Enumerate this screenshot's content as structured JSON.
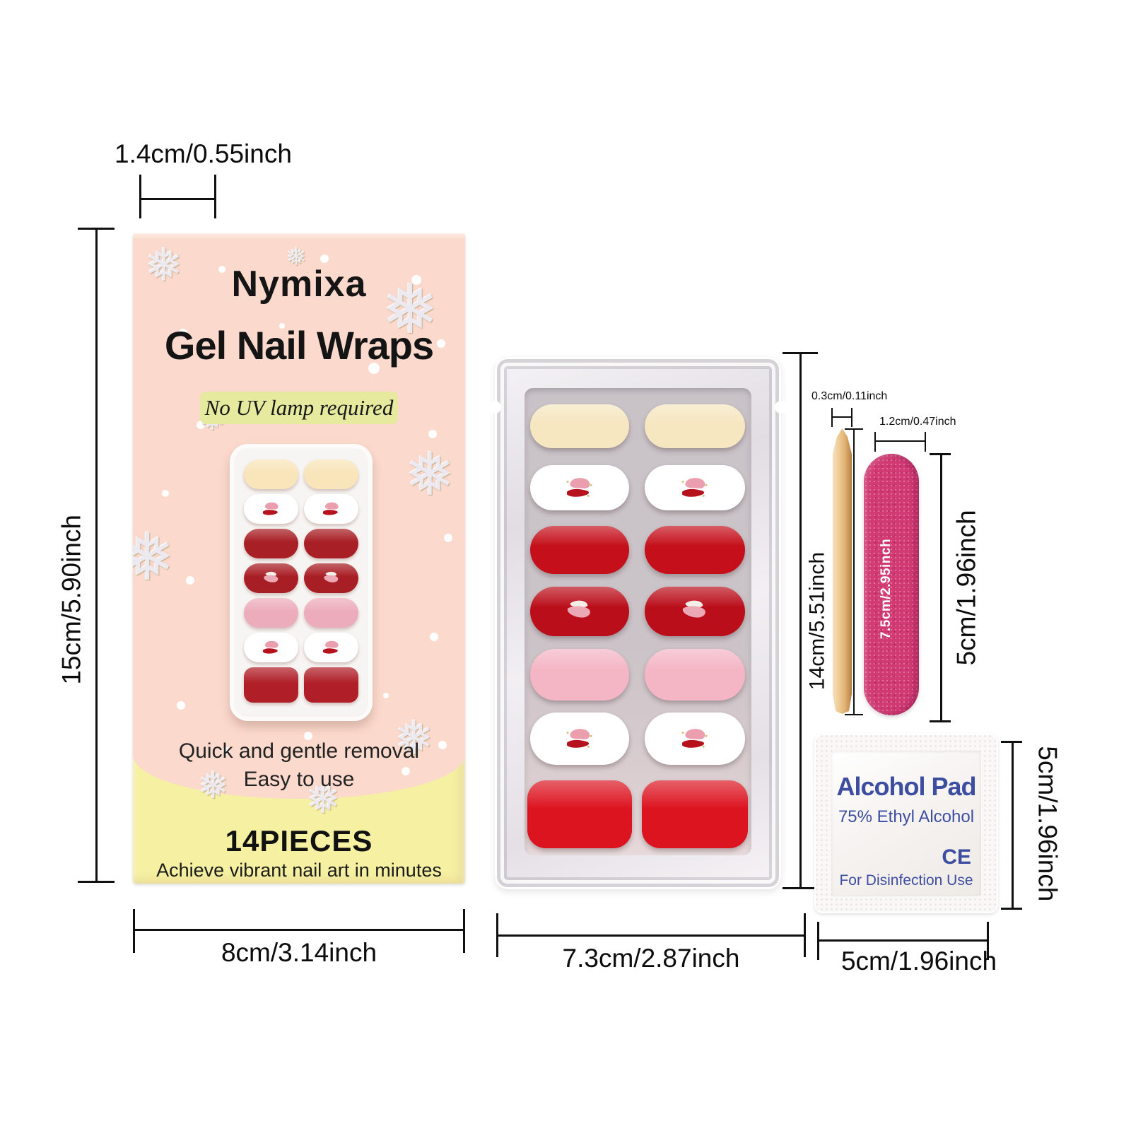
{
  "product": {
    "brand": "Nymixa",
    "title": "Gel Nail Wraps",
    "banner": "No UV lamp required",
    "feature_line1": "Quick and gentle removal",
    "feature_line2": "Easy to use",
    "pieces_count": "14PIECES",
    "tagline": "Achieve vibrant nail art in minutes",
    "box_pink": "#fbd9cc",
    "box_yellow": "#f6f1a2",
    "banner_bg": "#e5ea9e"
  },
  "nails": {
    "rows": [
      {
        "style": "solid-cream",
        "tray_color": "#f6e7c1",
        "box_color": "#f8e5ba"
      },
      {
        "style": "santa-on-white",
        "tray_color": "#ffffff",
        "box_color": "#ffffff"
      },
      {
        "style": "solid-dark-red",
        "tray_color": "#c5101b",
        "box_color": "#a82026"
      },
      {
        "style": "santa-on-red",
        "tray_color": "#ba0e1a",
        "box_color": "#a81e25"
      },
      {
        "style": "solid-pink",
        "tray_color": "#f4b5c5",
        "box_color": "#edacbb"
      },
      {
        "style": "santa-on-white",
        "tray_color": "#ffffff",
        "box_color": "#ffffff"
      },
      {
        "style": "solid-bright-red",
        "tray_color": "#dc1420",
        "box_color": "#b01f28"
      }
    ]
  },
  "tools": {
    "file_label": "7.5cm/2.95inch",
    "file_color": "#d23a74",
    "stick_color": "#eac48e"
  },
  "alcohol_pad": {
    "title": "Alcohol Pad",
    "subtitle": "75% Ethyl Alcohol",
    "ce_mark": "CE",
    "usage": "For Disinfection Use",
    "text_color": "#3d4da0"
  },
  "dimensions": {
    "box_flap_width": "1.4cm/0.55inch",
    "box_height": "15cm/5.90inch",
    "box_width": "8cm/3.14inch",
    "tray_height": "14cm/5.51inch",
    "tray_width": "7.3cm/2.87inch",
    "stick_width": "0.3cm/0.11inch",
    "file_width": "1.2cm/0.47inch",
    "file_height": "5cm/1.96inch",
    "pad_height": "5cm/1.96inch",
    "pad_width": "5cm/1.96inch"
  },
  "decor": {
    "snowflake": "❅"
  }
}
